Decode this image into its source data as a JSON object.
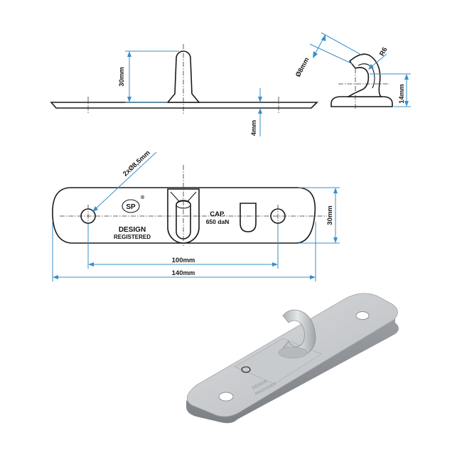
{
  "dimensions": {
    "side_height": "30mm",
    "side_thickness": "4mm",
    "end_diameter": "Ø8mm",
    "end_radius": "R6",
    "end_height": "14mm",
    "holes": "2xØ8,5mm",
    "width": "30mm",
    "hole_spacing": "100mm",
    "length": "140mm"
  },
  "markings": {
    "design": "DESIGN",
    "registered": "REGISTERED",
    "cap": "CAP.",
    "capacity": "650 daN",
    "logo": "SP",
    "registered_mark": "®",
    "photo_design": "DESIGN",
    "photo_registered": "REGISTERED"
  },
  "colors": {
    "dimension_lines": "#3a8fc8",
    "outline": "#1a1a1a",
    "steel": "#c3c6c9"
  }
}
